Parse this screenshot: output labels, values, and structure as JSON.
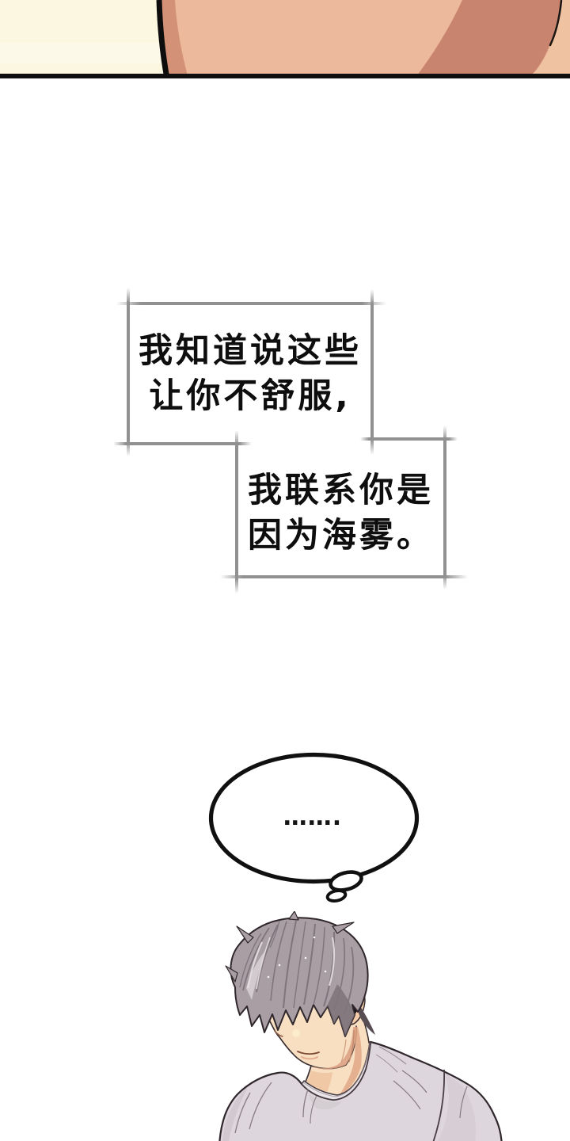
{
  "page": {
    "background": "#FFFFFF"
  },
  "top_panel": {
    "description": "Cropped panel showing bare skin against a cream wall",
    "wall_color": "#FBF7E0",
    "skin_light": "#EDB99D",
    "skin_strip": "#D39278",
    "skin_shadow": "#C8846E",
    "skin_edge_light": "#EFC2A1",
    "outline_color": "#0D0D0D",
    "border_color": "#0F0F0F"
  },
  "speech_bubbles": [
    {
      "id": "bubble-1",
      "lines": [
        "我知道说这些",
        "让你不舒服,"
      ],
      "border_color": "#919191",
      "fill": "#FFFFFF",
      "text_color": "#0E0E0E"
    },
    {
      "id": "bubble-2",
      "lines": [
        "我联系你是",
        "因为海雾。"
      ],
      "border_color": "#919191",
      "fill": "#FFFFFF",
      "text_color": "#0E0E0E"
    }
  ],
  "thought_bubble": {
    "text": "…….",
    "outline_color": "#101010",
    "fill": "#FFFFFF",
    "text_color": "#141414"
  },
  "character": {
    "description": "Man with gray fringe covering his eyes, head bowed, black stud earring, light gray t-shirt",
    "hair_base": "#A89EA4",
    "hair_dark": "#80757C",
    "hair_highlight": "#E6DFE2",
    "skin": "#F8DFC2",
    "skin_shadow": "#DCA081",
    "shirt": "#DDD6DC",
    "shirt_shadow": "#CFC6CD",
    "earring": "#171215",
    "outline": "#2F272B"
  }
}
